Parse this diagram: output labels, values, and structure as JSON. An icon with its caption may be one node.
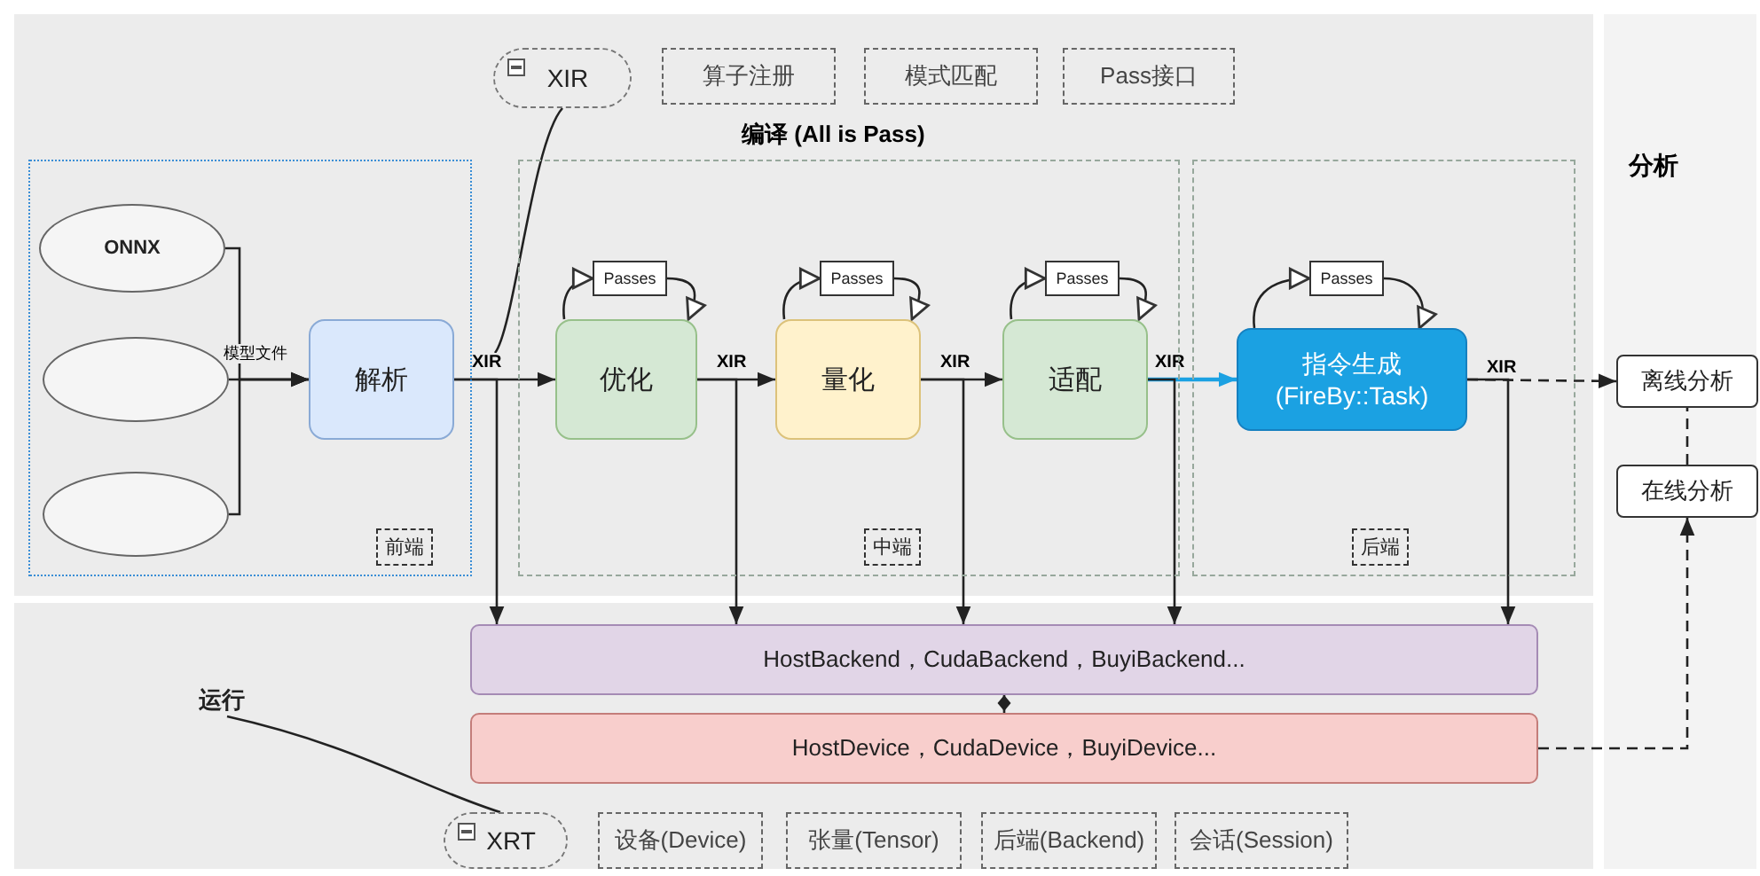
{
  "diagram": {
    "nodes": [
      {
        "text": [
          "前端"
        ]
      },
      {
        "text": [
          "ONNX"
        ],
        "in": 0
      },
      {
        "text": [],
        "shape": "circle",
        "in": 0
      },
      {
        "text": [],
        "shape": "circle",
        "in": 0
      },
      {
        "text": [
          "解析"
        ],
        "in": 0
      },
      {
        "text": [
          "中端"
        ]
      },
      {
        "text": [
          "优化"
        ],
        "in": 5
      },
      {
        "text": [
          "量化"
        ],
        "in": 5
      },
      {
        "text": [
          "适配"
        ],
        "in": 5
      },
      {
        "text": [
          "Passes"
        ],
        "in": 5
      },
      {
        "text": [
          "Passes"
        ],
        "in": 5
      },
      {
        "text": [
          "Passes"
        ],
        "in": 5
      },
      {
        "text": [
          "后端"
        ]
      },
      {
        "text": [
          "指令生成",
          "(FireBy::Task)"
        ],
        "in": 12
      },
      {
        "text": [
          "Passes"
        ],
        "in": 12
      },
      {
        "text": [
          "离线分析"
        ]
      },
      {
        "text": [
          "在线分析"
        ]
      },
      {
        "text": [
          "HostBackend，CudaBackend，BuyiBackend..."
        ]
      },
      {
        "text": [
          "HostDevice，CudaDevice，BuyiDevice..."
        ]
      },
      {
        "text": [
          "XIR"
        ]
      },
      {
        "text": [
          "算子注册"
        ]
      },
      {
        "text": [
          "模式匹配"
        ]
      },
      {
        "text": [
          "Pass接口"
        ]
      },
      {
        "text": [
          "运行"
        ]
      },
      {
        "text": [
          "XRT"
        ]
      },
      {
        "text": [
          "设备(Device)"
        ]
      },
      {
        "text": [
          "张量(Tensor)"
        ]
      },
      {
        "text": [
          "后端(Backend)"
        ]
      },
      {
        "text": [
          "会话(Session)"
        ]
      }
    ],
    "edges": [
      {
        "from": 1,
        "to": 4,
        "arrow": "to"
      },
      {
        "from": 2,
        "to": 4,
        "arrow": "to",
        "label": "模型文件"
      },
      {
        "from": 3,
        "to": 4,
        "arrow": "to"
      },
      {
        "from": 4,
        "to": 6,
        "arrow": "to",
        "label": "XIR"
      },
      {
        "from": 6,
        "to": 7,
        "arrow": "to",
        "label": "XIR"
      },
      {
        "from": 7,
        "to": 8,
        "arrow": "to",
        "label": "XIR"
      },
      {
        "from": 8,
        "to": 13,
        "arrow": "to",
        "label": "XIR",
        "color": "#1ba1e2"
      },
      {
        "from": 13,
        "to": 15,
        "arrow": "to",
        "label": "XIR",
        "style": "dashed"
      },
      {
        "from": 16,
        "to": 15,
        "arrow": "none",
        "style": "dashed"
      },
      {
        "from": 18,
        "to": 16,
        "arrow": "to",
        "style": "dashed"
      },
      {
        "from": 4,
        "to": 17,
        "arrow": "to"
      },
      {
        "from": 6,
        "to": 17,
        "arrow": "to"
      },
      {
        "from": 7,
        "to": 17,
        "arrow": "to"
      },
      {
        "from": 8,
        "to": 17,
        "arrow": "to"
      },
      {
        "from": 13,
        "to": 17,
        "arrow": "to"
      },
      {
        "from": 17,
        "to": 18,
        "arrow": "other"
      },
      {
        "from": 6,
        "to": 9,
        "arrow": "to"
      },
      {
        "from": 9,
        "to": 6,
        "arrow": "to"
      },
      {
        "from": 7,
        "to": 10,
        "arrow": "to"
      },
      {
        "from": 10,
        "to": 7,
        "arrow": "to"
      },
      {
        "from": 8,
        "to": 11,
        "arrow": "to"
      },
      {
        "from": 11,
        "to": 8,
        "arrow": "to"
      },
      {
        "from": 13,
        "to": 14,
        "arrow": "to"
      },
      {
        "from": 14,
        "to": 13,
        "arrow": "to"
      },
      {
        "from": 19,
        "to": null,
        "arrow": "none"
      },
      {
        "from": 23,
        "to": 24,
        "arrow": "none"
      }
    ],
    "labels": [
      "编译 (All is Pass)",
      "分析"
    ]
  }
}
